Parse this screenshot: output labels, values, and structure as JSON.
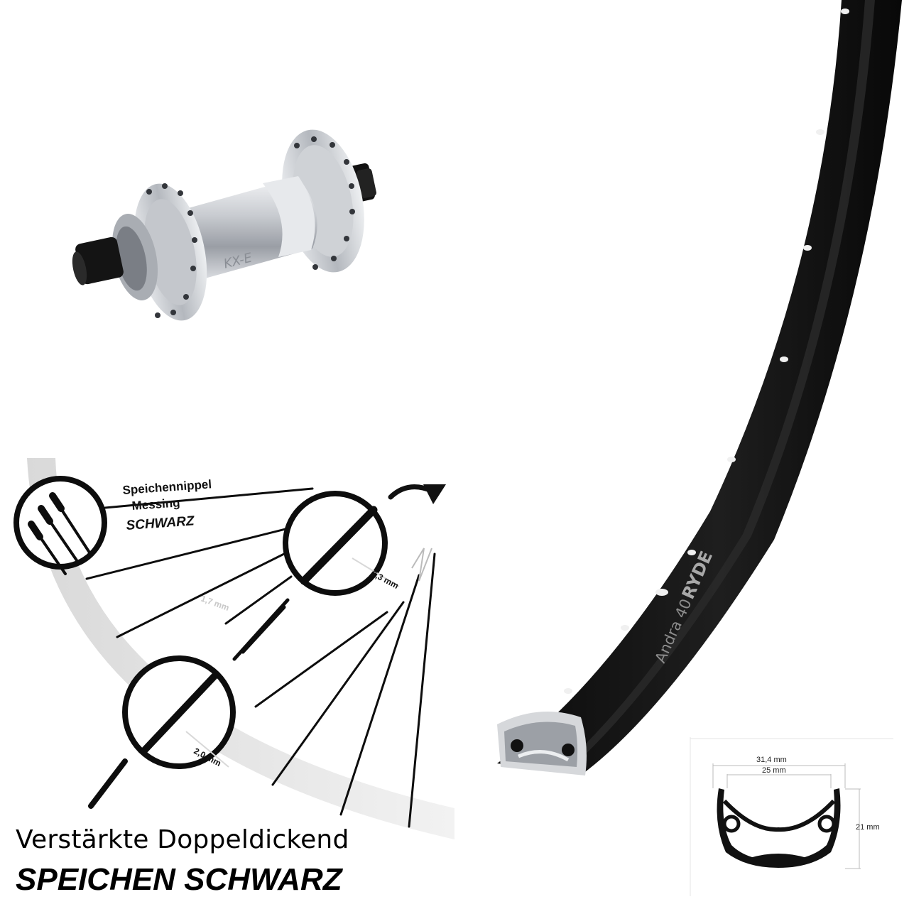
{
  "hub": {
    "brand": "KX-E"
  },
  "rim": {
    "model_label": "Andra 40",
    "brand_logo": "RYDE"
  },
  "nipple_callout": {
    "line1": "Speichennippel",
    "line2": "Messing",
    "line3": "SCHWARZ"
  },
  "spoke_dims": {
    "thick_end": "2,3 mm",
    "middle": "1,7 mm",
    "head_end": "2,0 mm"
  },
  "profile": {
    "outer_width": "31,4 mm",
    "inner_width": "25 mm",
    "height": "21 mm"
  },
  "headline": {
    "line1": "Verstärkte Doppeldickend",
    "line2": "SPEICHEN SCHWARZ"
  },
  "colors": {
    "rim_black": "#111111",
    "hub_silver": "#c8cbd0",
    "spoke_black": "#0d0d0d",
    "background": "#ffffff"
  }
}
